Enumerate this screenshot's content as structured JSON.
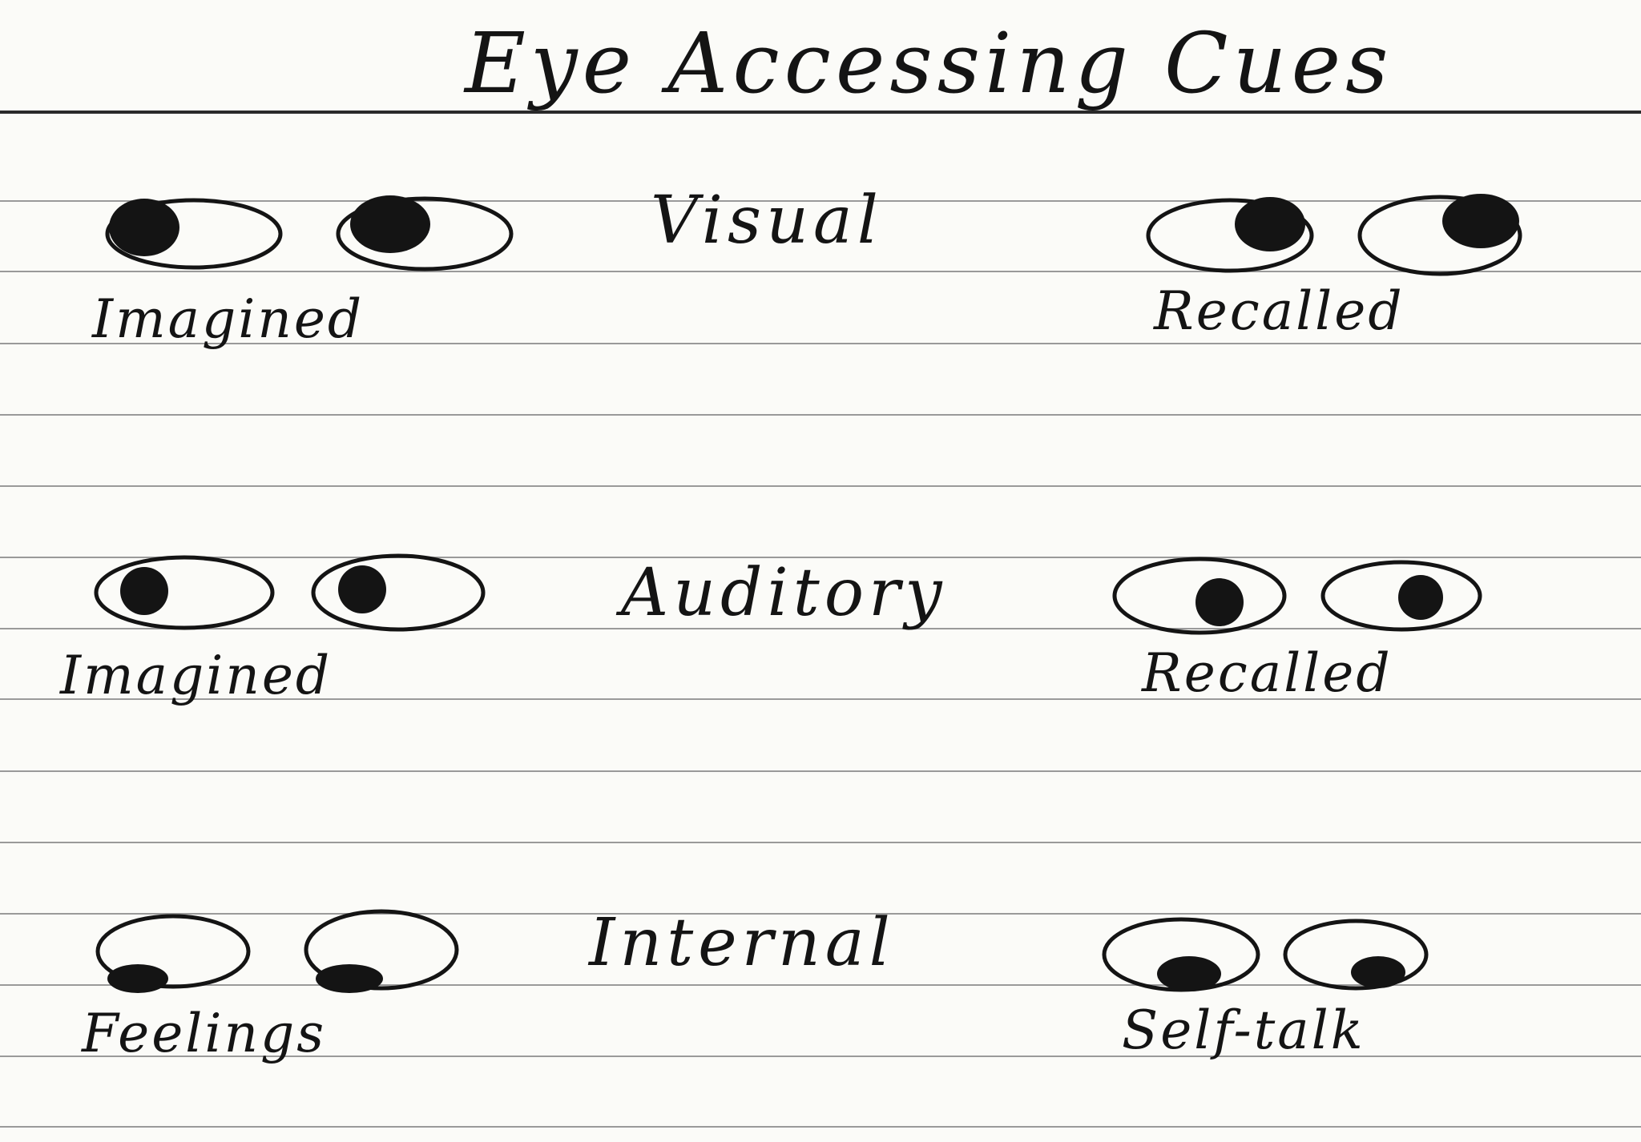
{
  "page": {
    "title": "Eye Accessing Cues",
    "ink_color": "#141414",
    "paper_color": "#fbfbf8",
    "rule_color": "#9a9a9a"
  },
  "sections": [
    {
      "name": "Visual",
      "left_label": "Imagined",
      "right_label": "Recalled",
      "left_gaze": "up-left",
      "right_gaze": "up-right"
    },
    {
      "name": "Auditory",
      "left_label": "Imagined",
      "right_label": "Recalled",
      "left_gaze": "left",
      "right_gaze": "right"
    },
    {
      "name": "Internal",
      "left_label": "Feelings",
      "right_label": "Self-talk",
      "left_gaze": "down-left",
      "right_gaze": "down-right"
    }
  ]
}
